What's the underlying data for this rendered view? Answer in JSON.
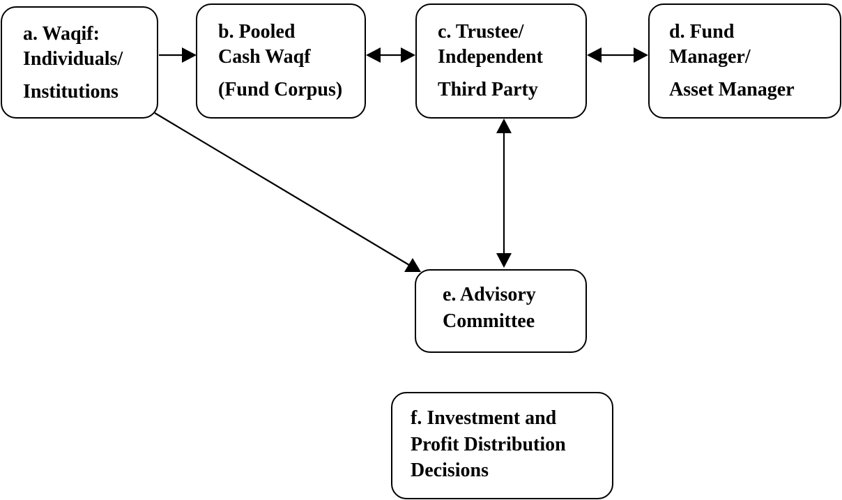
{
  "nodes": {
    "a": {
      "lines": [
        "a. Waqif:",
        "Individuals/",
        "Institutions"
      ]
    },
    "b": {
      "lines": [
        "b. Pooled",
        "Cash Waqf",
        "(Fund Corpus)"
      ]
    },
    "c": {
      "lines": [
        "c. Trustee/",
        "Independent",
        "Third Party"
      ]
    },
    "d": {
      "lines": [
        "d. Fund",
        "Manager/",
        "Asset Manager"
      ]
    },
    "e": {
      "lines": [
        "e. Advisory",
        "Committee"
      ]
    },
    "f": {
      "lines": [
        "f. Investment and",
        "Profit Distribution",
        "Decisions"
      ]
    }
  },
  "edges": [
    {
      "from": "a",
      "to": "b",
      "direction": "forward"
    },
    {
      "from": "b",
      "to": "c",
      "direction": "both"
    },
    {
      "from": "c",
      "to": "d",
      "direction": "both"
    },
    {
      "from": "c",
      "to": "e",
      "direction": "both"
    },
    {
      "from": "a",
      "to": "e",
      "direction": "forward"
    }
  ]
}
